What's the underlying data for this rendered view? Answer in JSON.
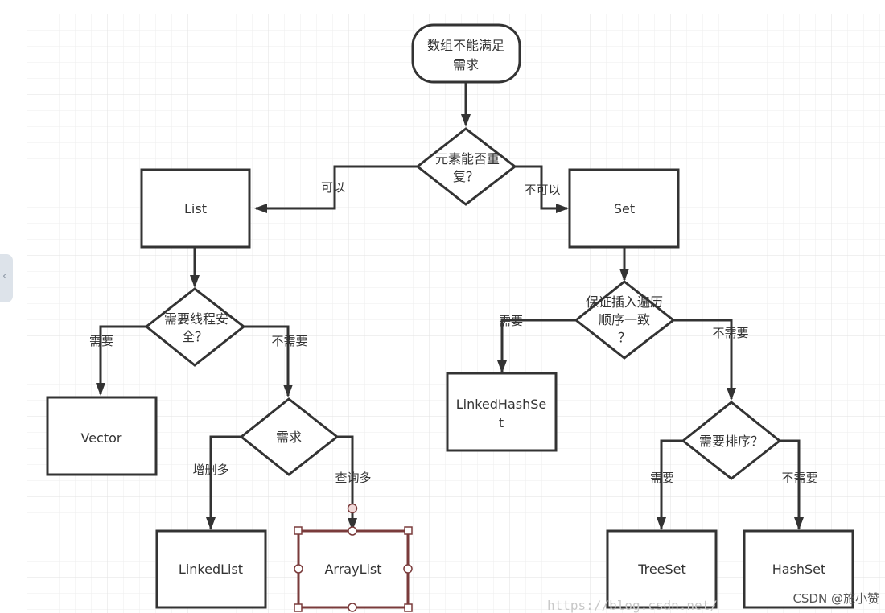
{
  "nodes": {
    "start": "数组不能满足需求",
    "q_repeat": "元素能否重复？",
    "list": "List",
    "set": "Set",
    "q_thread": "需要线程安全？",
    "q_order": "保证插入遍历顺序一致？",
    "vector": "Vector",
    "q_need": "需求",
    "linkedhashset": "LinkedHashSet",
    "q_sort": "需要排序？",
    "linkedlist": "LinkedList",
    "arraylist": "ArrayList",
    "treeset": "TreeSet",
    "hashset": "HashSet"
  },
  "edges": {
    "yes_list": "可以",
    "no_set": "不可以",
    "thread_need": "需要",
    "thread_noneed": "不需要",
    "more_add_delete": "增删多",
    "more_query": "查询多",
    "order_need": "需要",
    "order_noneed": "不需要",
    "sort_need": "需要",
    "sort_noneed": "不需要"
  },
  "watermark": "https://blog.csdn.net/",
  "credit": "CSDN @施小赞"
}
